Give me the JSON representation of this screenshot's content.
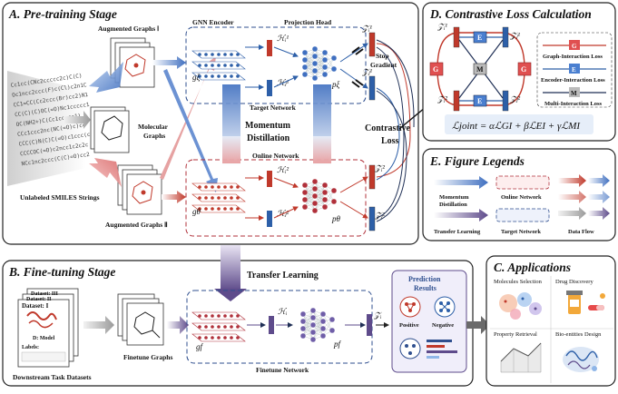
{
  "colors": {
    "red": "#c0392b",
    "pink": "#f3a6a6",
    "blue": "#2d5fa8",
    "lightblue": "#8fb6e8",
    "purple": "#5e4b8b",
    "online_red": "#b0303a",
    "target_blue": "#2f4f8f",
    "panel_border": "#222222"
  },
  "pretrain": {
    "title": "A. Pre-training Stage",
    "gnn_encoder": "GNN Encoder",
    "projection_head": "Projection Head",
    "aug1": "Augmented Graphs Ⅰ",
    "aug2": "Augmented Graphs Ⅱ",
    "molecular": "Molecular",
    "graphs": "Graphs",
    "smiles_label": "Unlabeled SMILES Strings",
    "smiles": [
      "Cc1cc(CNc2ccccc2c)C(C)",
      "Oc1ncc2ccc(F)c(Cl)c2n1C",
      "CC1=CC(Cc2ccc(Br)cc2)N1",
      "CC(C)(C)OC(=O)Nc1ccccc1",
      "OC(NH2+)C(Cc1ccccc1)",
      "CCc1ccc2nc(NC(=O)c)cc",
      "CCC(C)N(C)C(=O)c1ccc(c)",
      "CCCCOC(=O)c2ncc1c2c2c",
      "NCc1nc2ccc(C(C)=O)cc2"
    ],
    "momentum1": "Momentum",
    "momentum2": "Distillation",
    "target_network": "Target Network",
    "online_network": "Online Network",
    "stop1": "Stop",
    "stop2": "Gradient",
    "contrastive1": "Contrastive",
    "contrastive2": "Loss",
    "g_xi": "gξ",
    "g_theta": "gθ",
    "p_xi": "pξ",
    "p_theta": "pθ",
    "h_i_top": "ℋᵢ¹",
    "h_j_top": "ℋⱼ¹",
    "h_i_bot": "ℋᵢ²",
    "h_j_bot": "ℋⱼ²",
    "z_i_top": "𝒵ᵢ¹",
    "z_j_top": "𝒵ⱼ¹",
    "z_i_bot": "𝒵ᵢ²",
    "z_j_bot": "𝒵ⱼ²"
  },
  "contrastive": {
    "title": "D. Contrastive Loss Calculation",
    "g": "G",
    "e": "E",
    "m": "M",
    "legend_graph": "Graph-Interaction Loss",
    "legend_encoder": "Encoder-Interaction Loss",
    "legend_multi": "Multi-Interaction Loss",
    "formula": "ℒjoint = αℒGI + βℒEI + γℒMI",
    "z_i1": "𝒵ᵢ¹",
    "z_j1": "𝒵ⱼ¹",
    "z_i2": "𝒵ᵢ²",
    "z_j2": "𝒵ⱼ²"
  },
  "legends": {
    "title": "E. Figure Legends",
    "momentum1": "Momentum",
    "momentum2": "Distillation",
    "online": "Online Network",
    "transfer": "Transfer Learning",
    "target": "Target Network",
    "dataflow": "Data Flow"
  },
  "finetune": {
    "title": "B. Fine-tuning Stage",
    "transfer": "Transfer Learning",
    "datasets_label": "Downstream Task Datasets",
    "dataset1": "Dataset: I",
    "dataset2": "Dataset: II",
    "dataset3": "Dataset: III",
    "model": "D: Model",
    "labels": "Labels:",
    "graphs": "Finetune Graphs",
    "network": "Finetune Network",
    "g_f": "gf",
    "p_f": "pf",
    "h_i": "ℋᵢ",
    "z_i": "𝒵ᵢ",
    "results1": "Prediction",
    "results2": "Results",
    "positive": "Positive",
    "negative": "Negative"
  },
  "applications": {
    "title": "C. Applications",
    "mol_selection": "Molecules Selection",
    "drug_discovery": "Drug Discovery",
    "property": "Property Retrieval",
    "bio": "Bio-entities Design"
  }
}
